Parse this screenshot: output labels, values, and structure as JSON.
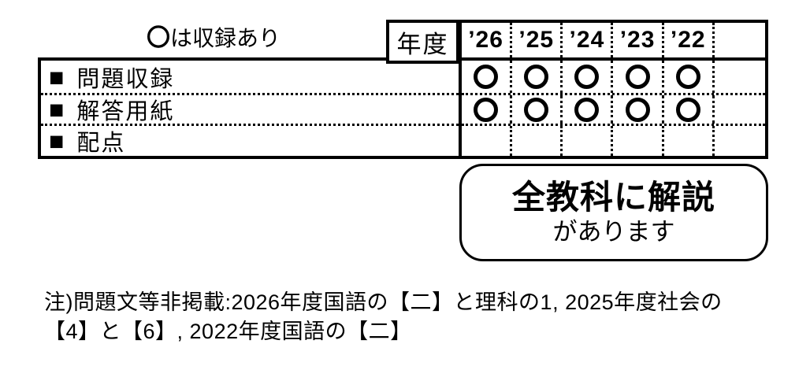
{
  "legend": {
    "symbol": "〇",
    "text": "は収録あり"
  },
  "table": {
    "corner_label": "年度",
    "years": [
      "’26",
      "’25",
      "’24",
      "’23",
      "’22"
    ],
    "row_marker": "■",
    "mark_symbol": "〇",
    "rows": [
      {
        "label": "問題収録",
        "values": [
          true,
          true,
          true,
          true,
          true
        ]
      },
      {
        "label": "解答用紙",
        "values": [
          true,
          true,
          true,
          true,
          true
        ]
      },
      {
        "label": "配点",
        "values": [
          false,
          false,
          false,
          false,
          false
        ]
      }
    ]
  },
  "callout": {
    "line1": "全教科に解説",
    "line2": "があります"
  },
  "note": {
    "line1": "注)問題文等非掲載:2026年度国語の【二】と理科の1, 2025年度社会の",
    "line2": "【4】と【6】, 2022年度国語の【二】"
  },
  "colors": {
    "ink": "#000000",
    "paper": "#ffffff"
  }
}
